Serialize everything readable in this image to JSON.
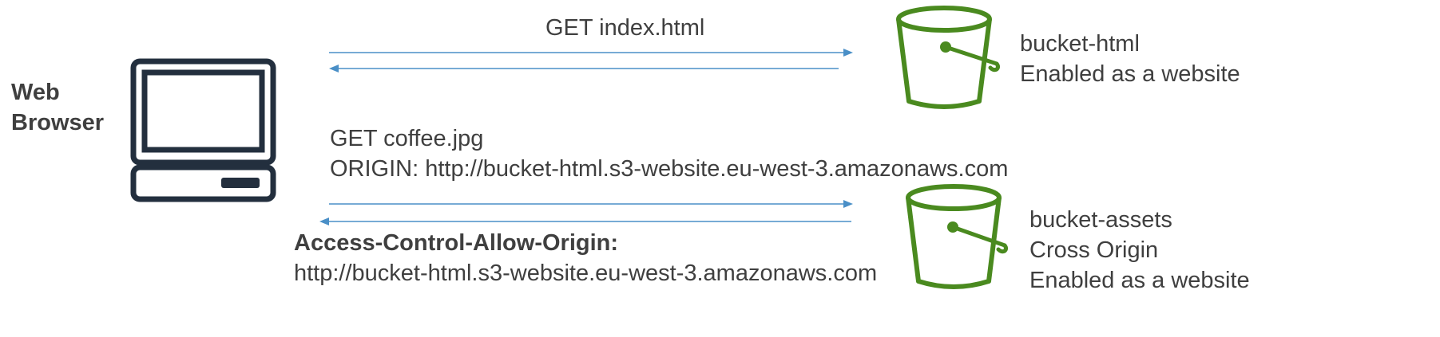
{
  "browser": {
    "label_line1": "Web",
    "label_line2": "Browser",
    "icon": "computer-icon"
  },
  "request1": {
    "label": "GET index.html"
  },
  "bucket_html": {
    "icon": "bucket-icon",
    "name": "bucket-html",
    "status": "Enabled as a website"
  },
  "request2": {
    "line1": "GET coffee.jpg",
    "line2": "ORIGIN: http://bucket-html.s3-website.eu-west-3.amazonaws.com"
  },
  "response2": {
    "header": "Access-Control-Allow-Origin:",
    "value": "http://bucket-html.s3-website.eu-west-3.amazonaws.com"
  },
  "bucket_assets": {
    "icon": "bucket-icon",
    "name": "bucket-assets",
    "cors": "Cross Origin",
    "status": "Enabled as a website"
  },
  "colors": {
    "arrow": "#4a8fc7",
    "bucket": "#4a8a1f",
    "computer": "#232f3e",
    "text": "#3f3f3f"
  }
}
